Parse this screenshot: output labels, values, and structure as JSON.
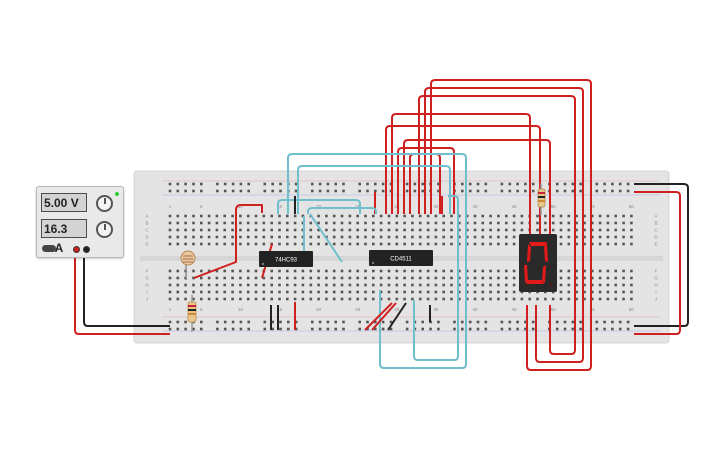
{
  "power_supply": {
    "voltage": "5.00 V",
    "current": "16.3 mA"
  },
  "chips": [
    {
      "label": "74HC93"
    },
    {
      "label": "CD4511"
    }
  ],
  "breadboard": {
    "column_numbers": [
      "1",
      "5",
      "10",
      "15",
      "20",
      "25",
      "30",
      "35",
      "40",
      "45",
      "50",
      "55",
      "60"
    ],
    "row_letters_top": [
      "A",
      "B",
      "C",
      "D",
      "E"
    ],
    "row_letters_bottom": [
      "F",
      "G",
      "H",
      "I",
      "J"
    ]
  },
  "seven_segment": {
    "digit": "0"
  },
  "colors": {
    "red_wire": "#d01f1f",
    "blue_wire": "#6fc0cc",
    "black_wire": "#222222",
    "board": "#e4e4e4",
    "chip": "#222222",
    "segment_on": "#e21a1a"
  },
  "icons": [
    "power-supply-icon",
    "photoresistor-icon",
    "resistor-icon",
    "seven-segment-display-icon",
    "ic-chip-icon"
  ]
}
